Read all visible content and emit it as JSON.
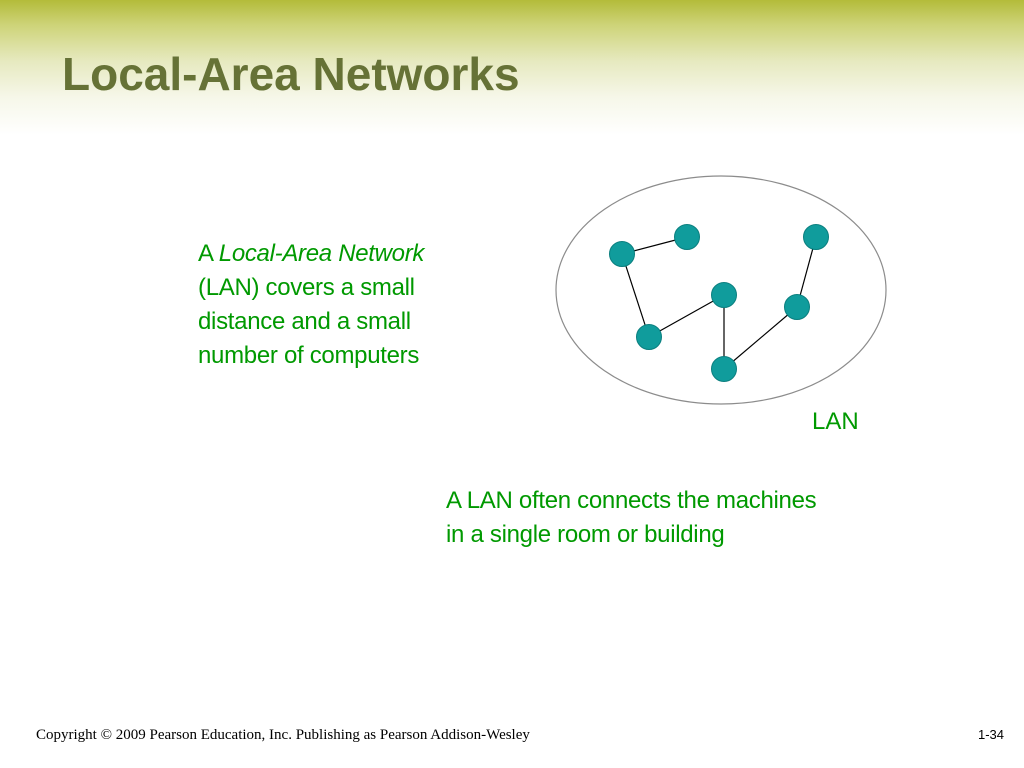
{
  "slide": {
    "title": "Local-Area Networks",
    "description": {
      "prefix": "A ",
      "term": "Local-Area Network",
      "line2": "(LAN) covers a small",
      "line3": "distance and a small",
      "line4": "number of computers"
    },
    "diagram_label": "LAN",
    "note": {
      "line1": "A LAN often connects the machines",
      "line2": "in a single room or building"
    },
    "footer": "Copyright © 2009 Pearson Education, Inc. Publishing as Pearson Addison-Wesley",
    "page_number": "1-34"
  },
  "colors": {
    "title": "#667236",
    "text": "#009900",
    "node": "#109c9c",
    "header_band": "#b3bb3a"
  }
}
